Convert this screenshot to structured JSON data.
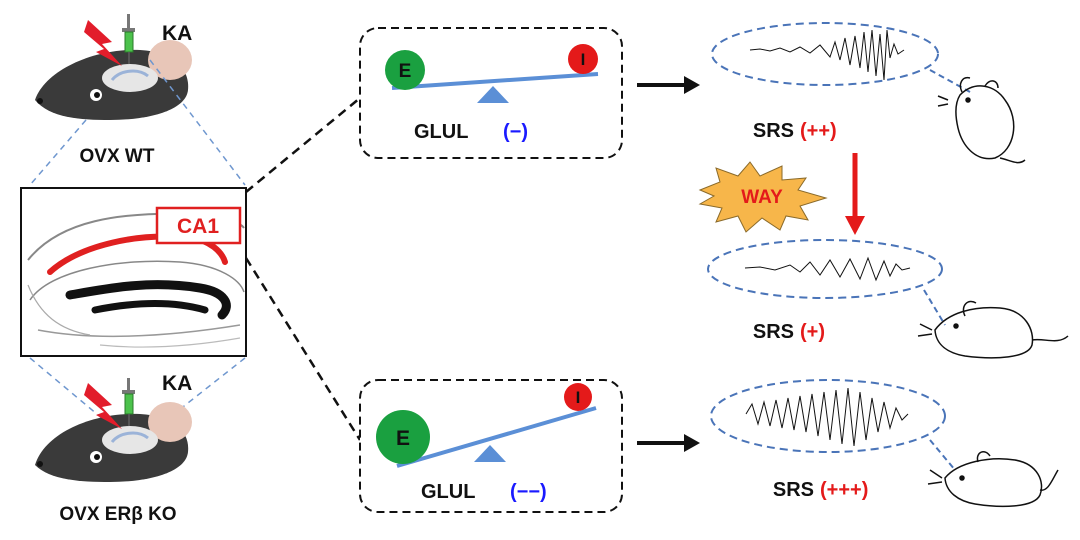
{
  "top_mouse": {
    "injection_label": "KA",
    "group_label": "OVX WT"
  },
  "bottom_mouse": {
    "injection_label": "KA",
    "group_label": "OVX ERβ KO"
  },
  "hippocampus": {
    "region_label": "CA1"
  },
  "top_balance": {
    "excitatory_label": "E",
    "inhibitory_label": "I",
    "gene_label": "GLUL",
    "gene_change": "(−)"
  },
  "bottom_balance": {
    "excitatory_label": "E",
    "inhibitory_label": "I",
    "gene_label": "GLUL",
    "gene_change": "(−−)"
  },
  "outcomes": {
    "top": {
      "label": "SRS",
      "severity": "(++)"
    },
    "middle": {
      "label": "SRS",
      "severity": "(+)"
    },
    "bottom": {
      "label": "SRS",
      "severity": "(+++)"
    }
  },
  "treatment": {
    "label": "WAY"
  },
  "colors": {
    "excitatory": "#1aa040",
    "inhibitory": "#e41a1a",
    "beam": "#5b8fd6",
    "fulcrum": "#5b8fd6",
    "gene_change": "#1a1aff",
    "severity": "#e41a1a",
    "dashed_link": "#4a74b8",
    "burst_fill": "#f7b64a",
    "burst_text": "#e41a1a",
    "region_highlight": "#e02020"
  }
}
